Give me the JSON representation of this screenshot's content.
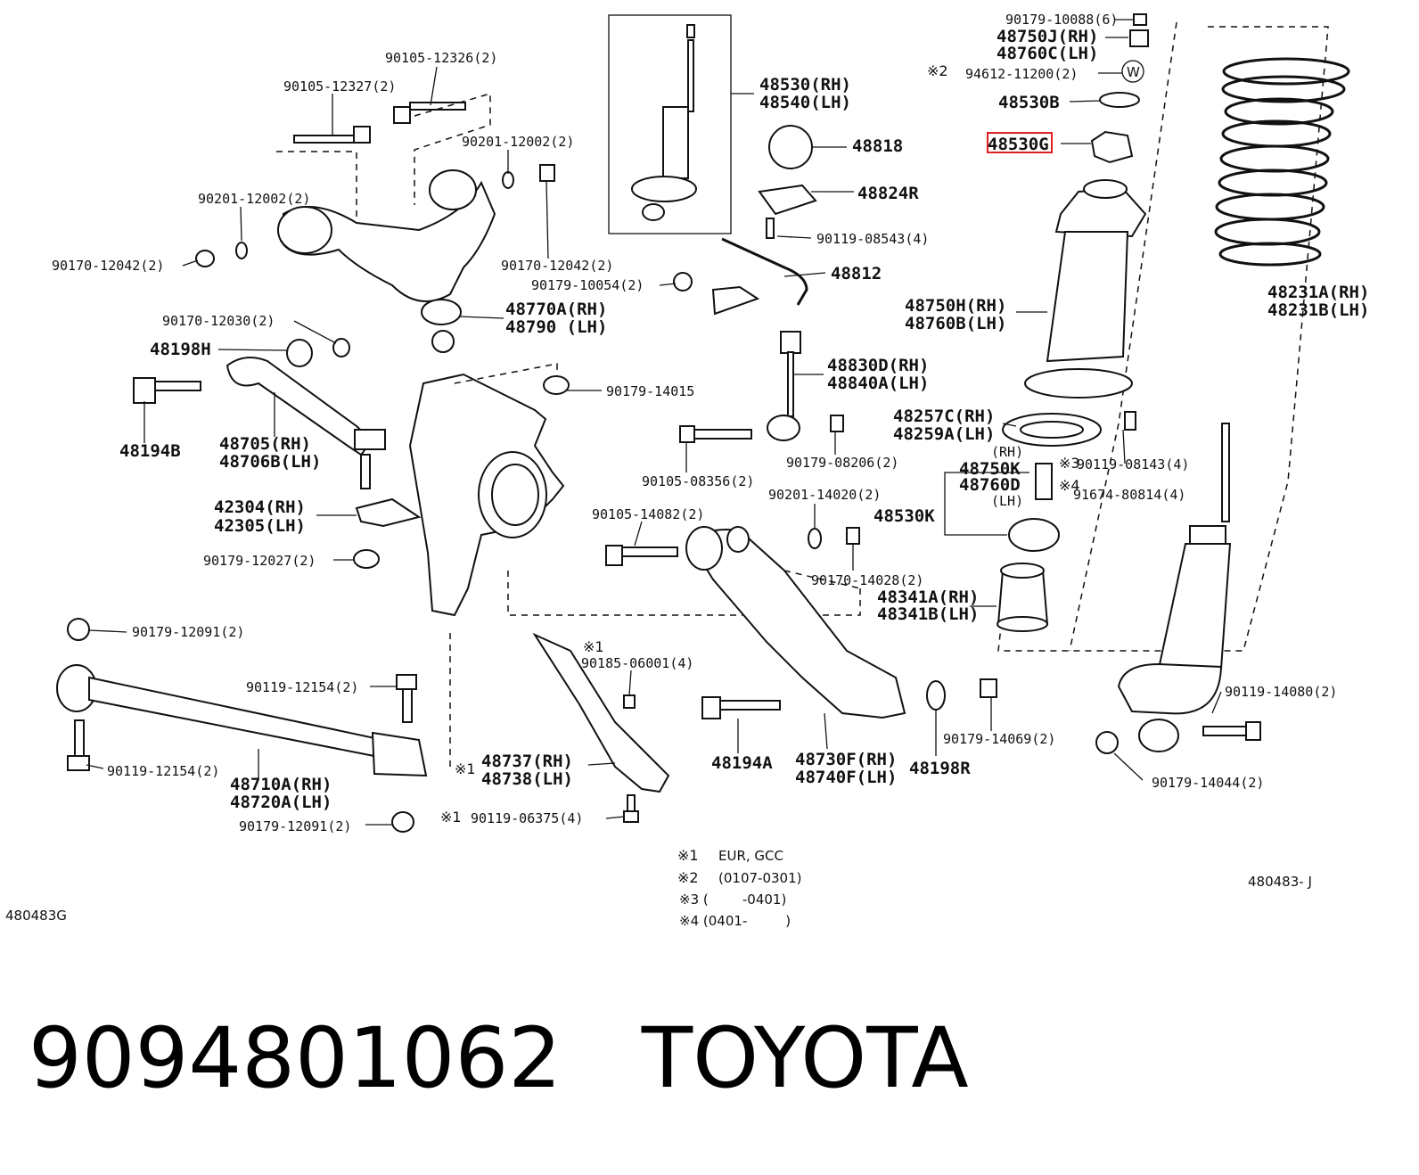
{
  "labels": {
    "p90105_12326": "90105-12326(2)",
    "p90105_12327": "90105-12327(2)",
    "p90201_12002_a": "90201-12002(2)",
    "p90201_12002_b": "90201-12002(2)",
    "p90170_12042_a": "90170-12042(2)",
    "p90170_12042_b": "90170-12042(2)",
    "p90179_10054": "90179-10054(2)",
    "p48770A": "48770A(RH)",
    "p48790": "48790 (LH)",
    "p90170_12030": "90170-12030(2)",
    "p48198H": "48198H",
    "p48194B": "48194B",
    "p48705": "48705(RH)",
    "p48706B": "48706B(LH)",
    "p42304": "42304(RH)",
    "p42305": "42305(LH)",
    "p90179_12027": "90179-12027(2)",
    "p90179_12091_a": "90179-12091(2)",
    "p90119_12154_a": "90119-12154(2)",
    "p90119_12154_b": "90119-12154(2)",
    "p48710A": "48710A(RH)",
    "p48720A": "48720A(LH)",
    "p90179_12091_b": "90179-12091(2)",
    "p48530": "48530(RH)",
    "p48540": "48540(LH)",
    "p48818": "48818",
    "p48824R": "48824R",
    "p90119_08543": "90119-08543(4)",
    "p48812": "48812",
    "p90179_14015": "90179-14015",
    "p48830D": "48830D(RH)",
    "p48840A": "48840A(LH)",
    "p90105_08356": "90105-08356(2)",
    "p90179_08206": "90179-08206(2)",
    "p90201_14020": "90201-14020(2)",
    "p90105_14082": "90105-14082(2)",
    "p90170_14028": "90170-14028(2)",
    "p90185_06001": "90185-06001(4)",
    "p48737": "48737(RH)",
    "p48738": "48738(LH)",
    "p90119_06375": "90119-06375(4)",
    "p48194A": "48194A",
    "p48730F": "48730F(RH)",
    "p48740F": "48740F(LH)",
    "p48198R": "48198R",
    "p90179_14069": "90179-14069(2)",
    "p90179_10088": "90179-10088(6)",
    "p48750J": "48750J(RH)",
    "p48760C": "48760C(LH)",
    "p94612_11200": "94612-11200(2)",
    "p48530B": "48530B",
    "p48530G": "48530G",
    "p48750H": "48750H(RH)",
    "p48760B": "48760B(LH)",
    "p48231A": "48231A(RH)",
    "p48231B": "48231B(LH)",
    "p48257C": "48257C(RH)",
    "p48259A": "48259A(LH)",
    "p_rh": "(RH)",
    "p48750K": "48750K",
    "p48760D": "48760D",
    "p_lh": "(LH)",
    "p90119_08143": "90119-08143(4)",
    "p91674_80814": "91674-80814(4)",
    "p48530K": "48530K",
    "p48341A": "48341A(RH)",
    "p48341B": "48341B(LH)",
    "p90119_14080": "90119-14080(2)",
    "p90179_14044": "90179-14044(2)"
  },
  "marks": {
    "m1": "※1",
    "m2": "※2",
    "m3": "※3",
    "m4": "※4",
    "w": "W"
  },
  "notes": {
    "n1_mark": "※1",
    "n1_text": "EUR, GCC",
    "n2_mark": "※2",
    "n2_text": "(0107-0301)",
    "n3": "※3 (        -0401)",
    "n4": "※4 (0401-         )"
  },
  "refs": {
    "left": "480483G",
    "right": "480483- J"
  },
  "caption": {
    "part_number": "9094801062",
    "brand": "TOYOTA"
  },
  "highlight_color": "#e02020"
}
